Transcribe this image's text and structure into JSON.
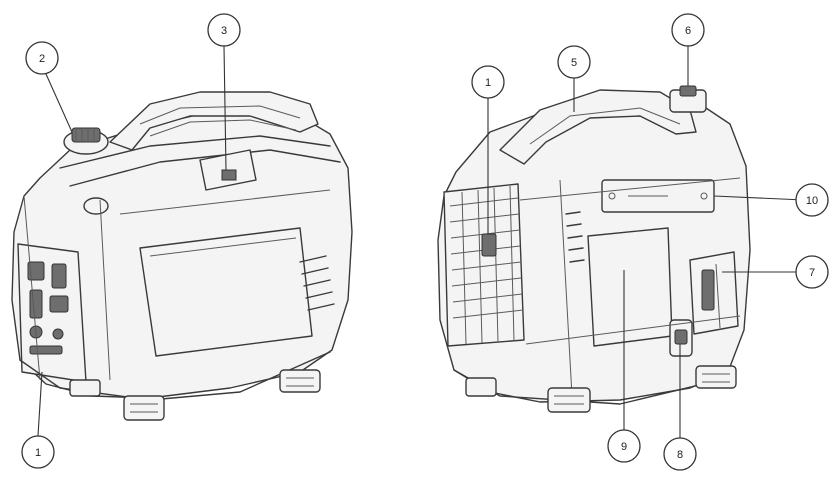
{
  "callouts": [
    {
      "id": "c1",
      "label": "1"
    },
    {
      "id": "c2",
      "label": "2"
    },
    {
      "id": "c3",
      "label": "3"
    },
    {
      "id": "c4",
      "label": "1"
    },
    {
      "id": "c5",
      "label": "5"
    },
    {
      "id": "c6",
      "label": "6"
    },
    {
      "id": "c7",
      "label": "7"
    },
    {
      "id": "c8",
      "label": "8"
    },
    {
      "id": "c9",
      "label": "9"
    },
    {
      "id": "c10",
      "label": "10"
    }
  ]
}
